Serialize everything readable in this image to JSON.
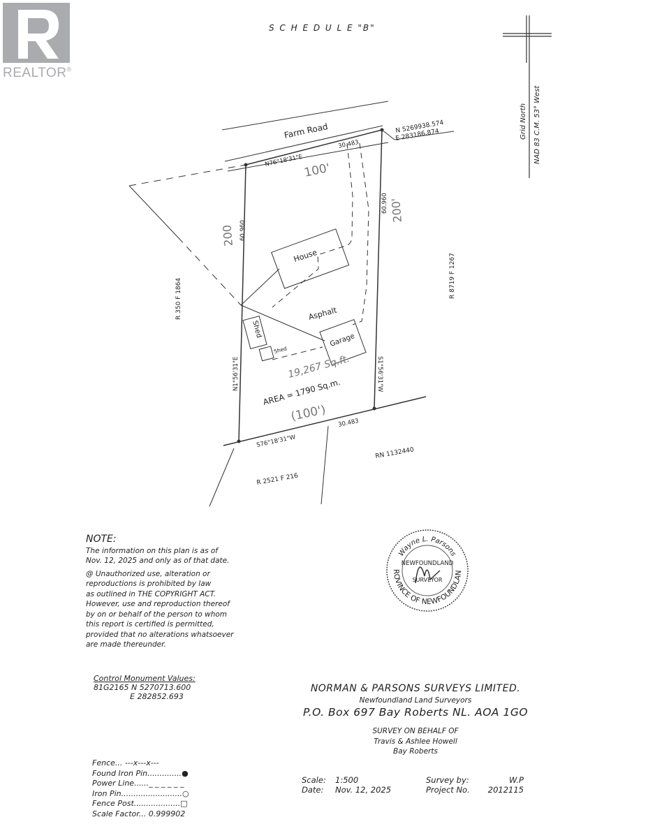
{
  "watermark": {
    "brand": "REALTOR",
    "registered": "®"
  },
  "plan": {
    "title": "S C H E D U L E  \"B\"",
    "north_arrow": {
      "label1": "Grid North",
      "label2": "NAD 83 C.M. 53° West"
    },
    "road": "Farm Road",
    "corner_coords": {
      "n": "N  5269938.574",
      "e": "E  283186.874"
    },
    "north_bearing": "N76°18'31\"E",
    "north_distance": "30.483",
    "north_feet": "100'",
    "west_distance": "60.960",
    "west_feet": "200",
    "west_bearing": "N1°56'31\"E",
    "east_distance": "60.960",
    "east_feet": "200'",
    "east_bearing": "S1°56'31\"W",
    "south_bearing": "S76°18'31\"W",
    "south_distance": "30.483",
    "south_feet": "(100')",
    "house": "House",
    "asphalt": "Asphalt",
    "shed": "Shed",
    "shed_small": "Shed",
    "garage": "Garage",
    "area": "AREA = 1790 Sq.m.",
    "area_feet": "19,267 Sq.ft.",
    "west_ref": "R 350  F 1864",
    "east_ref": "R 8719  F 1267",
    "south_ref": "R 2521  F 216",
    "rn": "RN 1132440"
  },
  "note": {
    "title": "NOTE:",
    "lines1": [
      "The information on this plan is as of",
      "Nov. 12, 2025 and only as of that date."
    ],
    "lines2": [
      "@ Unauthorized use, alteration or",
      "reproductions is prohibited by law",
      "as outlined in THE COPYRIGHT ACT.",
      "However, use and reproduction thereof",
      "by on or behalf of the person to whom",
      "this report is certified is permitted,",
      "provided that no alterations whatsoever",
      "are made thereunder."
    ]
  },
  "stamp": {
    "name": "Wayne L. Parsons",
    "inner": "NEWFOUNDLAND",
    "role": "SURVEYOR",
    "outer": "PROVINCE OF NEWFOUNDLAND"
  },
  "control": {
    "title": "Control Monument Values:",
    "line1": "81G2165 N  5270713.600",
    "line2": "E   282852.693"
  },
  "legend": [
    {
      "label": "Fence...",
      "symbol": "---x---x---"
    },
    {
      "label": "Found Iron Pin..............",
      "symbol": "●"
    },
    {
      "label": "Power Line......",
      "symbol": "_ _ _ _ _ _"
    },
    {
      "label": "Iron Pin.........................",
      "symbol": "○"
    },
    {
      "label": "Fence Post...................",
      "symbol": "□"
    },
    {
      "label": "Scale Factor...",
      "symbol": "0.999902"
    }
  ],
  "firm": {
    "name": "NORMAN & PARSONS SURVEYS LIMITED.",
    "subtitle": "Newfoundland Land Surveyors",
    "address": "P.O. Box 697 Bay Roberts NL. AOA 1GO",
    "behalf_title": "SURVEY ON BEHALF OF",
    "client": "Travis & Ashlee Howell",
    "location": "Bay Roberts"
  },
  "meta": {
    "scale_label": "Scale:",
    "scale": "1:500",
    "date_label": "Date:",
    "date": "Nov. 12, 2025",
    "survey_by_label": "Survey by:",
    "survey_by": "W.P",
    "project_label": "Project No.",
    "project": "2012115"
  }
}
